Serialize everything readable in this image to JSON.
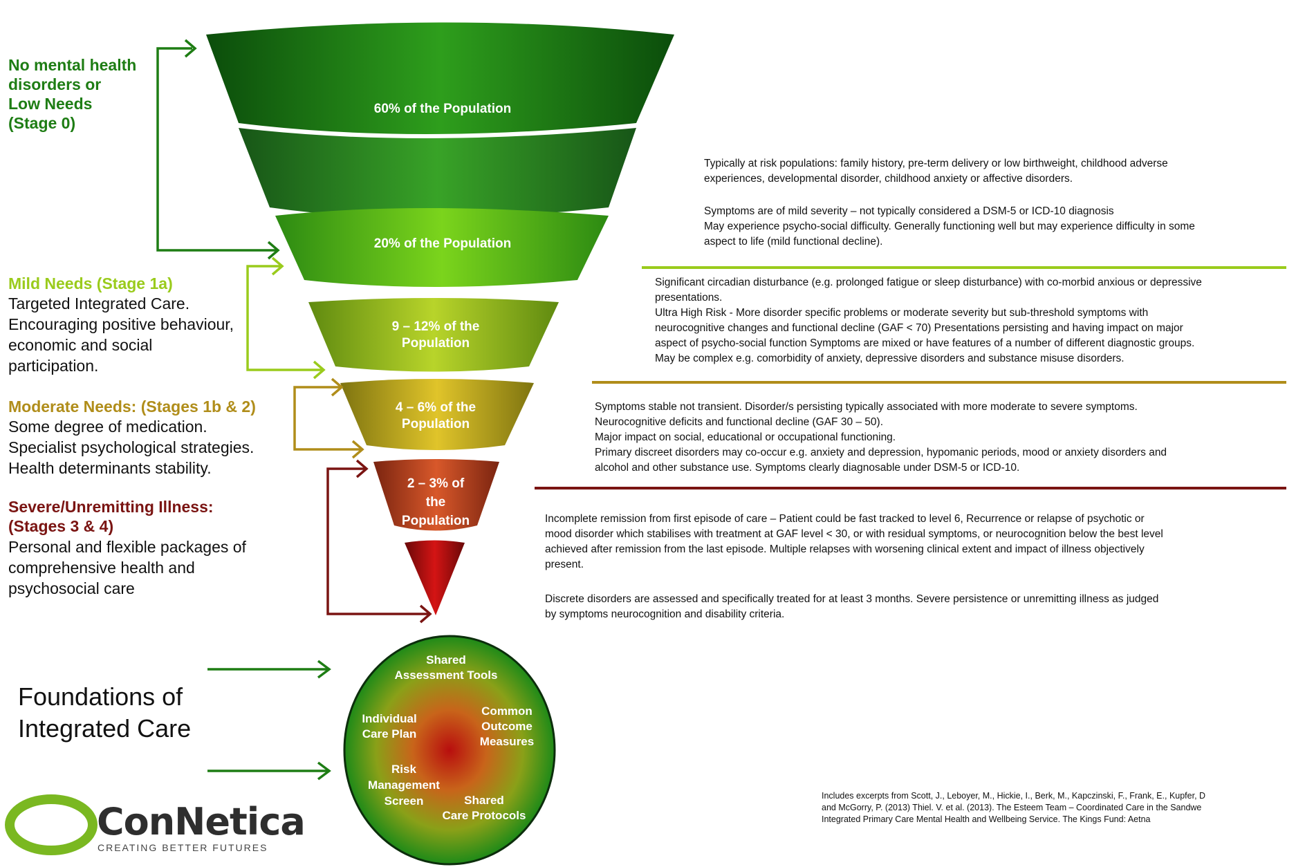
{
  "colors": {
    "stage0": "#1e7d14",
    "stage1a": "#9acb1c",
    "stage1b2": "#b08d1a",
    "stage34": "#7a1412"
  },
  "stages": [
    {
      "heading": [
        "No mental health",
        "disorders or",
        "Low Needs",
        "(Stage 0)"
      ],
      "description": []
    },
    {
      "heading": [
        "Mild Needs (Stage 1a)"
      ],
      "description": [
        "Targeted Integrated Care.",
        "Encouraging positive behaviour,",
        "economic and social",
        "participation."
      ]
    },
    {
      "heading": [
        "Moderate Needs: (Stages 1b & 2)"
      ],
      "description": [
        "Some degree of medication.",
        "Specialist psychological strategies.",
        "Health determinants stability."
      ]
    },
    {
      "heading": [
        "Severe/Unremitting Illness:",
        "(Stages 3 & 4)"
      ],
      "description": [
        "Personal and flexible packages of",
        "comprehensive health and",
        "psychosocial care"
      ]
    }
  ],
  "funnel": [
    {
      "label": [
        "60% of the Population"
      ]
    },
    {
      "label": [
        "20% of the Population"
      ]
    },
    {
      "label": [
        "9 – 12% of the",
        "Population"
      ]
    },
    {
      "label": [
        "4 – 6% of the",
        "Population"
      ]
    },
    {
      "label": [
        "2 – 3% of",
        "the",
        "Population"
      ]
    }
  ],
  "notes": [
    {
      "lines": [
        "Typically at risk populations: family history, pre-term delivery or low birthweight, childhood adverse",
        "experiences, developmental disorder, childhood anxiety or affective disorders."
      ]
    },
    {
      "lines": [
        "Symptoms are of mild severity – not typically considered a DSM-5 or ICD-10 diagnosis",
        "May experience psycho-social difficulty. Generally functioning well but may experience difficulty in some",
        "aspect to life (mild functional decline)."
      ]
    },
    {
      "lines": [
        "Significant circadian disturbance (e.g. prolonged fatigue or sleep disturbance) with co-morbid anxious or depressive",
        "presentations.",
        "Ultra High Risk - More disorder specific problems or moderate severity but sub-threshold symptoms with",
        "neurocognitive changes and functional decline (GAF < 70) Presentations persisting and having impact on major",
        "aspect of psycho-social function Symptoms are mixed or have features of a number of different diagnostic groups.",
        "May be complex e.g. comorbidity of anxiety, depressive disorders and substance misuse disorders."
      ]
    },
    {
      "lines": [
        "Symptoms stable not transient. Disorder/s persisting typically associated with more moderate to severe symptoms.",
        "Neurocognitive deficits and functional decline (GAF 30 – 50).",
        "Major impact on social, educational or occupational functioning.",
        "Primary discreet disorders may co-occur e.g. anxiety and depression, hypomanic periods, mood or anxiety disorders and",
        "alcohol and other substance use. Symptoms clearly diagnosable under DSM-5 or ICD-10."
      ]
    },
    {
      "lines": [
        "Incomplete remission from first episode of care – Patient could be fast tracked to level 6, Recurrence or relapse of psychotic or",
        "mood disorder which stabilises with treatment at GAF level < 30, or with residual symptoms, or neurocognition below the best level",
        "achieved after remission from the last episode. Multiple relapses with worsening clinical extent and impact of illness objectively",
        "present."
      ]
    },
    {
      "lines": [
        "Discrete disorders are assessed and specifically treated for at least 3 months. Severe persistence or unremitting illness as judged",
        "by symptoms neurocognition and disability criteria."
      ]
    }
  ],
  "foundations": {
    "title": [
      "Foundations of",
      "Integrated Care"
    ],
    "circle": [
      {
        "lines": [
          "Shared",
          "Assessment Tools"
        ]
      },
      {
        "lines": [
          "Individual",
          "Care Plan"
        ]
      },
      {
        "lines": [
          "Common",
          "Outcome",
          "Measures"
        ]
      },
      {
        "lines": [
          "Risk",
          "Management",
          "Screen"
        ]
      },
      {
        "lines": [
          "Shared",
          "Care Protocols"
        ]
      }
    ]
  },
  "citation": [
    "Includes excerpts from Scott, J., Leboyer, M., Hickie, I., Berk, M., Kapczinski, F., Frank, E., Kupfer, D",
    "and McGorry, P. (2013) Thiel. V. et al. (2013). The Esteem Team – Coordinated Care in the Sandwe",
    "Integrated Primary Care Mental Health and Wellbeing Service. The Kings Fund: Aetna"
  ],
  "logo": {
    "name": "ConNetica",
    "tagline": "CREATING BETTER FUTURES"
  }
}
